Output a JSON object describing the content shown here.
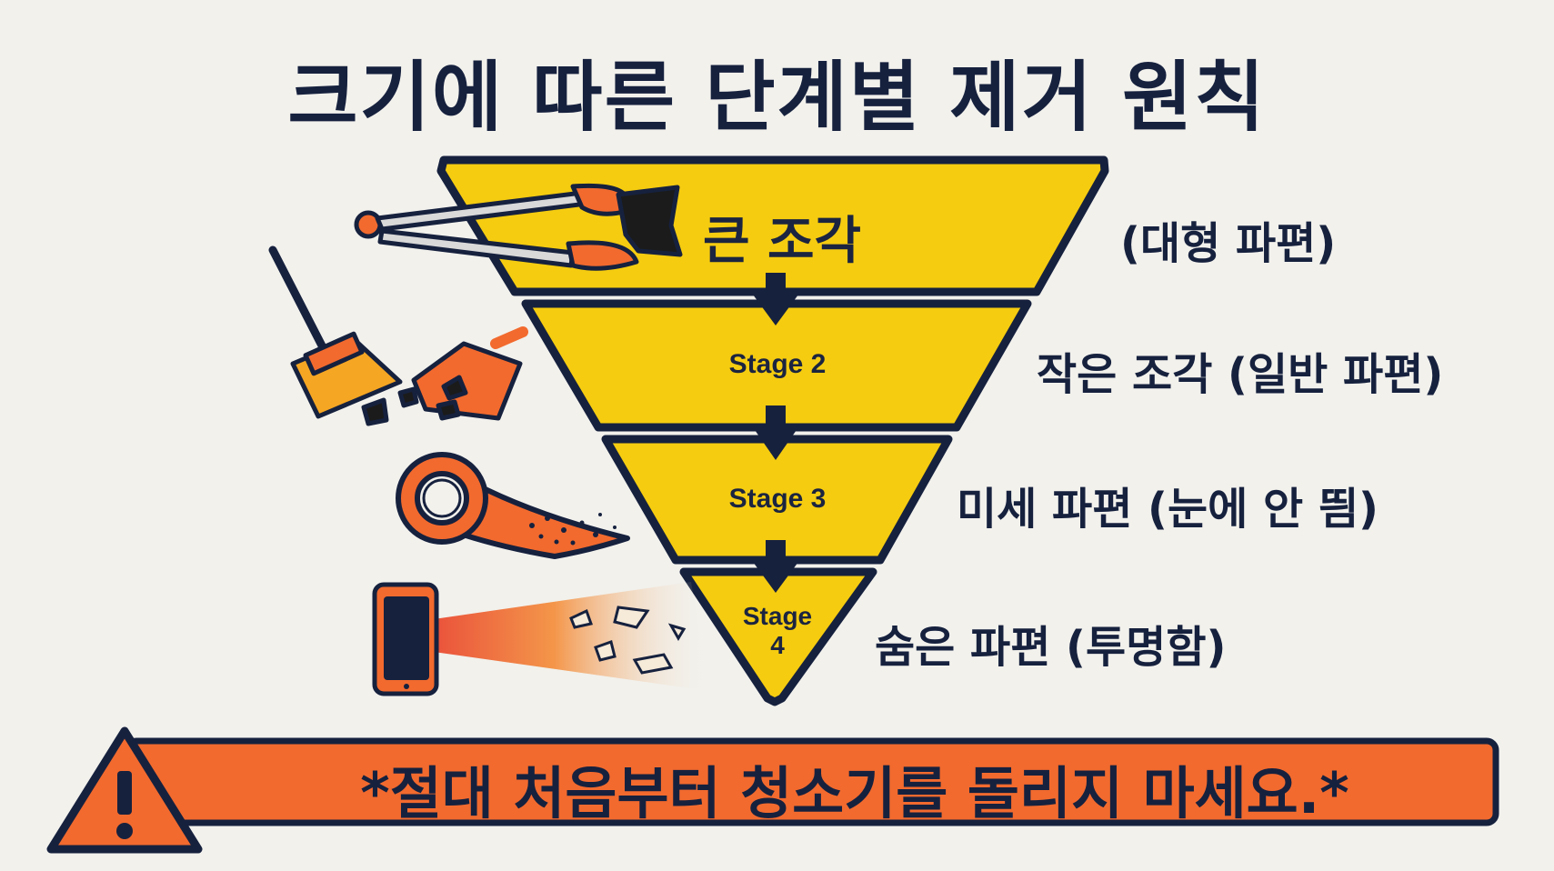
{
  "title": "크기에 따른 단계별 제거 원칙",
  "stages": [
    {
      "label": "큰 조각",
      "description": "(대형 파편)",
      "tool_icon": "tongs-icon"
    },
    {
      "label": "Stage 2",
      "description": "작은 조각 (일반 파편)",
      "tool_icon": "broom-dustpan-icon"
    },
    {
      "label": "Stage 3",
      "description": "미세 파편 (눈에 안 띔)",
      "tool_icon": "tape-roll-icon"
    },
    {
      "label": "Stage\n4",
      "description": "숨은 파편 (투명함)",
      "tool_icon": "phone-flashlight-icon"
    }
  ],
  "warning": {
    "text": "*절대 처음부터 청소기를 돌리지 마세요.*",
    "icon": "warning-icon"
  },
  "colors": {
    "funnel": "#f5cc10",
    "outline": "#16213e",
    "accent": "#f26a2e",
    "background": "#f2f1ec"
  }
}
